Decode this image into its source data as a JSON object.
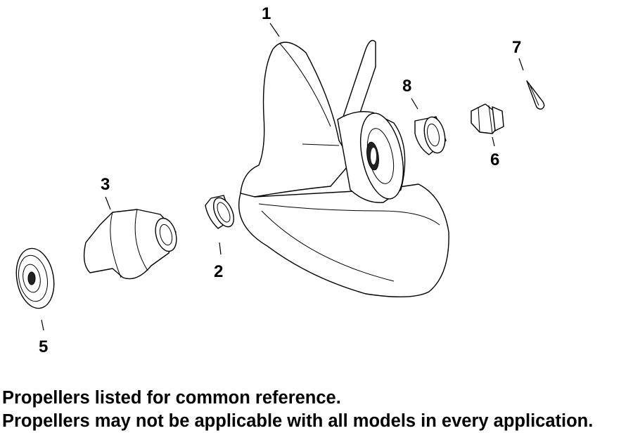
{
  "callouts": [
    {
      "id": "1"
    },
    {
      "id": "2"
    },
    {
      "id": "3"
    },
    {
      "id": "5"
    },
    {
      "id": "6"
    },
    {
      "id": "7"
    },
    {
      "id": "8"
    }
  ],
  "notes": {
    "line1": "Propellers listed for common reference.",
    "line2": "Propellers may not be applicable with all models in every application."
  }
}
